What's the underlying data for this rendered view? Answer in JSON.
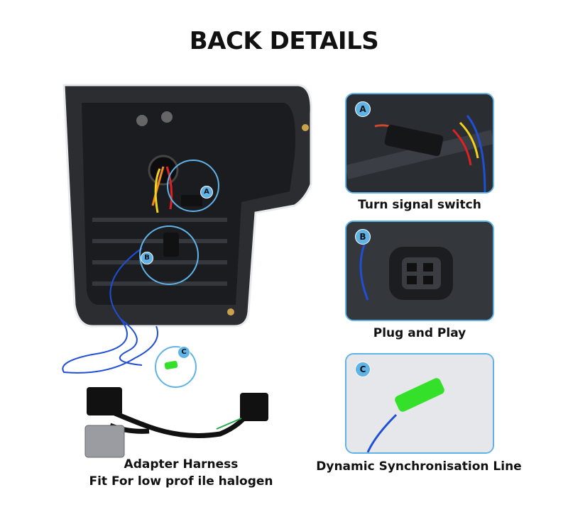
{
  "title": "BACK DETAILS",
  "panels": [
    {
      "badge": "A",
      "caption": "Turn signal switch"
    },
    {
      "badge": "B",
      "caption": "Plug and Play"
    },
    {
      "badge": "C",
      "caption": "Dynamic Synchronisation Line"
    }
  ],
  "main_marks": {
    "a": "A",
    "b": "B",
    "c": "C"
  },
  "harness_caption": {
    "line1": "Adapter Harness",
    "line2": "Fit For low prof ile halogen"
  },
  "colors": {
    "accent": "#5fb3e6",
    "wire_blue": "#1f4fd6",
    "lime": "#35e02b"
  }
}
